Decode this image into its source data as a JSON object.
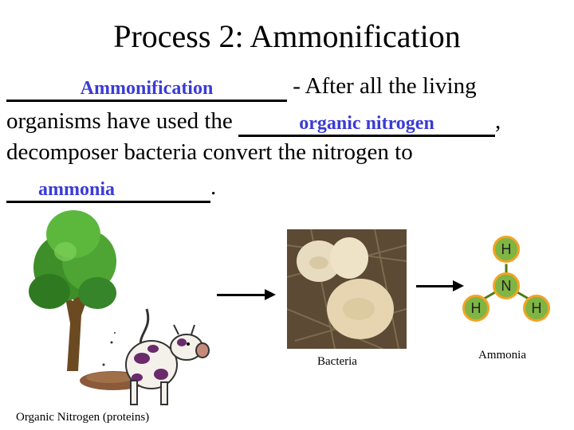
{
  "slide": {
    "title": "Process 2: Ammonification",
    "line1": {
      "blank1": "Ammonification",
      "rest": " - After all the living"
    },
    "line2": {
      "text": "organisms have used the ",
      "blank2": "organic nitrogen",
      "end": ","
    },
    "line3": {
      "text": "decomposer bacteria convert the nitrogen to"
    },
    "line4": {
      "blank3": "ammonia",
      "end": "."
    }
  },
  "captions": {
    "organic": "Organic Nitrogen (proteins)",
    "bacteria": "Bacteria",
    "ammonia": "Ammonia"
  },
  "molecule": {
    "top_h": "H",
    "nitrogen": "N",
    "left_h": "H",
    "right_h": "H",
    "atom_color": "#7fb542",
    "ring_color": "#f2a326"
  }
}
